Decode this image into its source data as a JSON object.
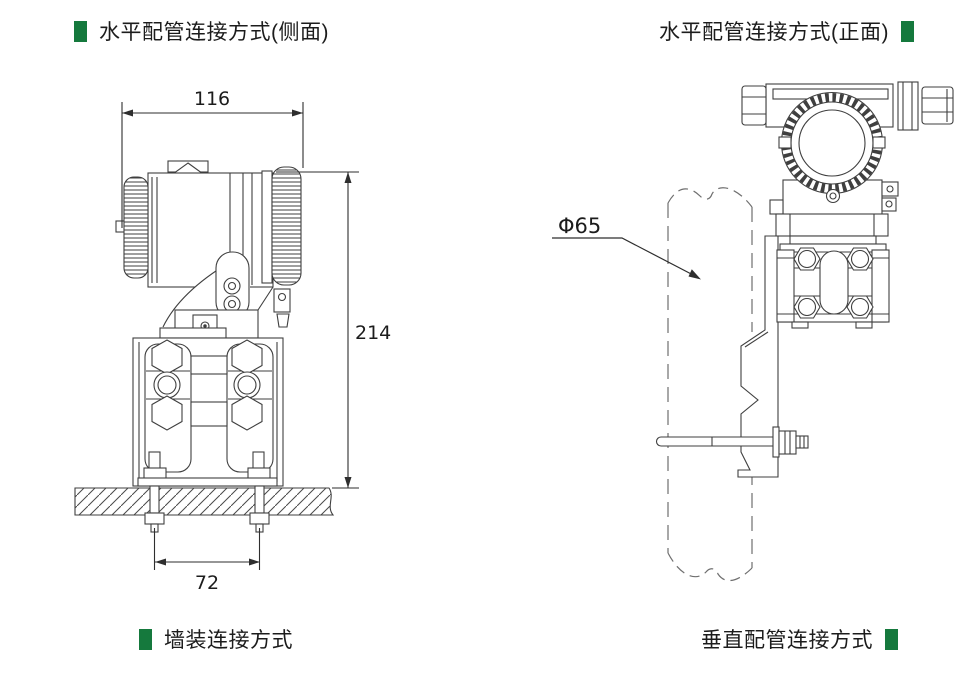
{
  "colors": {
    "background": "#ffffff",
    "line": "#3f3f3f",
    "dimension_line": "#2e2e2e",
    "pipe_dash": "#6f6f6f",
    "accent_green": "#15793d",
    "text": "#1c1c1c"
  },
  "titles": {
    "top_left": "水平配管连接方式(侧面)",
    "top_right": "水平配管连接方式(正面)",
    "bottom_left": "墙装连接方式",
    "bottom_right": "垂直配管连接方式"
  },
  "dimensions": {
    "overall_width": "116",
    "overall_height": "214",
    "mounting_bolt_spacing": "72",
    "pipe_diameter": "Φ65"
  }
}
